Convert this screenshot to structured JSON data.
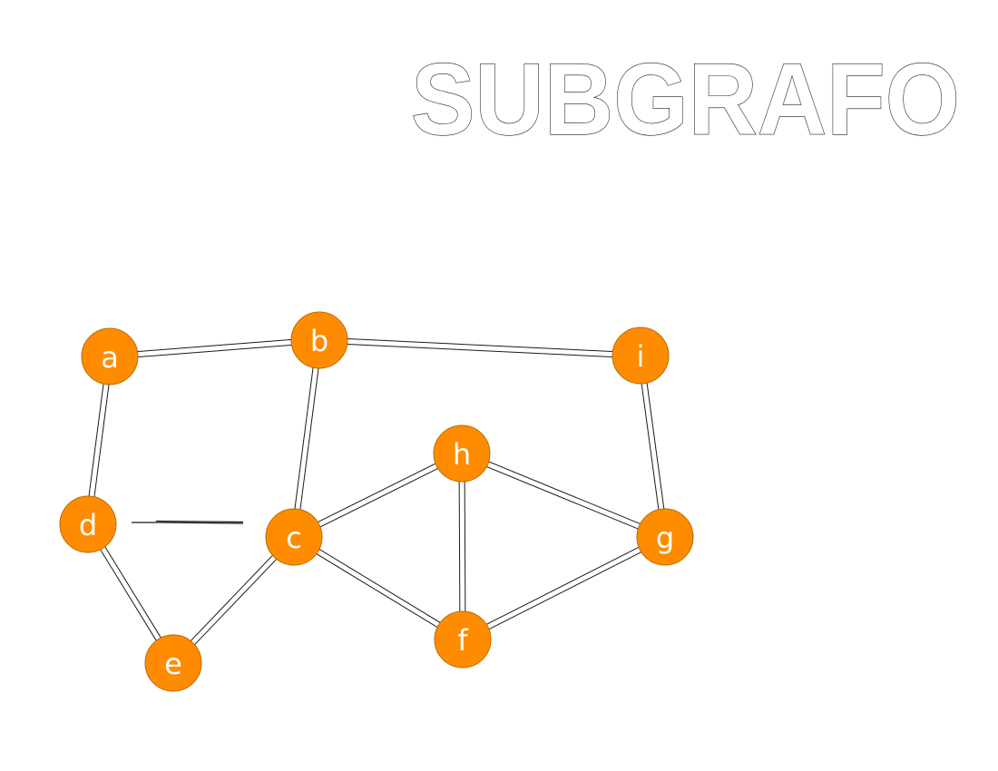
{
  "title": "SUBGRAFO",
  "node_color": "#ff8c00",
  "nodes": [
    {
      "id": "a",
      "label": "a"
    },
    {
      "id": "b",
      "label": "b"
    },
    {
      "id": "i",
      "label": "i"
    },
    {
      "id": "h",
      "label": "h"
    },
    {
      "id": "d",
      "label": "d"
    },
    {
      "id": "c",
      "label": "c"
    },
    {
      "id": "g",
      "label": "g"
    },
    {
      "id": "f",
      "label": "f"
    },
    {
      "id": "e",
      "label": "e"
    }
  ],
  "edges": [
    {
      "from": "a",
      "to": "b"
    },
    {
      "from": "b",
      "to": "i"
    },
    {
      "from": "a",
      "to": "d"
    },
    {
      "from": "b",
      "to": "c"
    },
    {
      "from": "i",
      "to": "g"
    },
    {
      "from": "c",
      "to": "h"
    },
    {
      "from": "h",
      "to": "g"
    },
    {
      "from": "h",
      "to": "f"
    },
    {
      "from": "c",
      "to": "f"
    },
    {
      "from": "f",
      "to": "g"
    },
    {
      "from": "c",
      "to": "e"
    },
    {
      "from": "d",
      "to": "e"
    },
    {
      "from": "d",
      "to": "c",
      "style": "partial-single-line"
    }
  ]
}
